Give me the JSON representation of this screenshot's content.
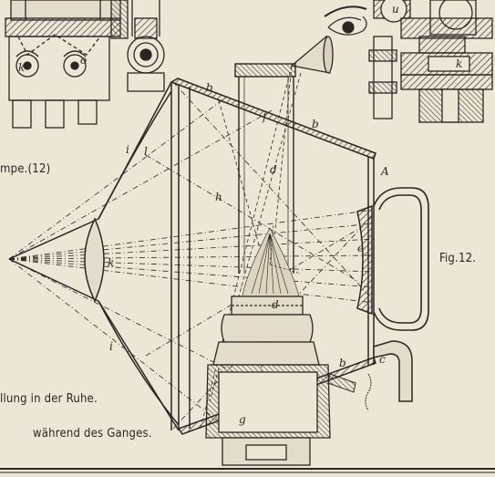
{
  "captions": {
    "lampe": "mpe.",
    "lampe_ref": "(12)",
    "ruhe": "llung in der Ruhe.",
    "ganges": "während des Ganges.",
    "figure": "Fig.12."
  },
  "labels": {
    "b1": "b",
    "b2": "b",
    "b3": "b",
    "f": "f",
    "l": "l",
    "i1": "i",
    "i2": "i",
    "d1": "d",
    "d2": "d",
    "h": "h",
    "k_lens": "k",
    "e": "e",
    "A": "A",
    "c": "c",
    "g": "g",
    "u": "u",
    "k_right": "k",
    "k_left": "k",
    "o": "o"
  },
  "colors": {
    "paper": "#ece6d6",
    "ink": "#2a2622",
    "hatch": "#3a342e"
  }
}
